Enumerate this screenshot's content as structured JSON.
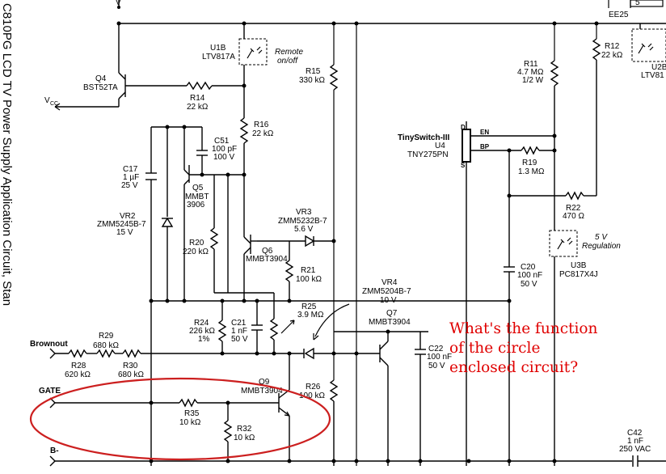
{
  "title_vertical": "C810PG LCD TV Power Supply Application Circuit, Stan",
  "question": [
    "What's the function",
    "of the circle",
    "enclosed circuit?"
  ],
  "colors": {
    "question": "#e00000",
    "ink": "#000000",
    "highlight_circle": "#cc1f1f"
  },
  "labels": {
    "top_cut": "V",
    "ee25": "EE25",
    "box5": "5",
    "q4": "Q4",
    "q4_part": "BST52TA",
    "vcc": "V",
    "vcc_sub": "CC",
    "r14": "R14",
    "r14_val": "22 kΩ",
    "u1b": "U1B",
    "u1b_part": "LTV817A",
    "u1b_note1": "Remote",
    "u1b_note2": "on/off",
    "r15": "R15",
    "r15_val": "330 kΩ",
    "r16": "R16",
    "r16_val": "22 kΩ",
    "c51": "C51",
    "c51_val1": "100 pF",
    "c51_val2": "100 V",
    "c17": "C17",
    "c17_val1": "1 µF",
    "c17_val2": "25 V",
    "q5": "Q5",
    "q5_part1": "MMBT",
    "q5_part2": "3906",
    "vr2": "VR2",
    "vr2_part": "ZMM5245B-7",
    "vr2_val": "15 V",
    "vr3": "VR3",
    "vr3_part": "ZMM5232B-7",
    "vr3_val": "5.6 V",
    "r20": "R20",
    "r20_val": "220 kΩ",
    "q6": "Q6",
    "q6_part": "MMBT3904",
    "r21": "R21",
    "r21_val": "100 kΩ",
    "r25": "R25",
    "r25_val": "3.9 MΩ",
    "r24": "R24",
    "r24_val1": "226 kΩ",
    "r24_val2": "1%",
    "c21": "C21",
    "c21_val1": "1 nF",
    "c21_val2": "50 V",
    "vr4": "VR4",
    "vr4_part": "ZMM5204B-7",
    "vr4_val": "10 V",
    "q7": "Q7",
    "q7_part": "MMBT3904",
    "c22": "C22",
    "c22_val1": "100 nF",
    "c22_val2": "50 V",
    "brownout": "Brownout",
    "r29": "R29",
    "r29_val": "680 kΩ",
    "r28": "R28",
    "r28_val": "620 kΩ",
    "r30": "R30",
    "r30_val": "680 kΩ",
    "gate": "GATE",
    "q9": "Q9",
    "q9_part": "MMBT3904",
    "r26": "R26",
    "r26_val": "100 kΩ",
    "r35": "R35",
    "r35_val": "10 kΩ",
    "r32": "R32",
    "r32_val": "10 kΩ",
    "bminus": "B-",
    "r11": "R11",
    "r11_val1": "4.7 MΩ",
    "r11_val2": "1/2 W",
    "r12": "R12",
    "r12_val": "22 kΩ",
    "u2b_a": "U2B",
    "u2b_b": "LTV81",
    "tiny": "TinySwitch-III",
    "u4": "U4",
    "u4_part": "TNY275PN",
    "pin_d": "D",
    "pin_s": "S",
    "pin_en": "EN",
    "pin_bp": "BP",
    "r19": "R19",
    "r19_val": "1.3 MΩ",
    "r22": "R22",
    "r22_val": "470 Ω",
    "u3b": "U3B",
    "u3b_part": "PC817X4J",
    "u3b_note1": "5 V",
    "u3b_note2": "Regulation",
    "c20": "C20",
    "c20_val1": "100 nF",
    "c20_val2": "50 V",
    "c42": "C42",
    "c42_val1": "1 nF",
    "c42_val2": "250 VAC"
  }
}
